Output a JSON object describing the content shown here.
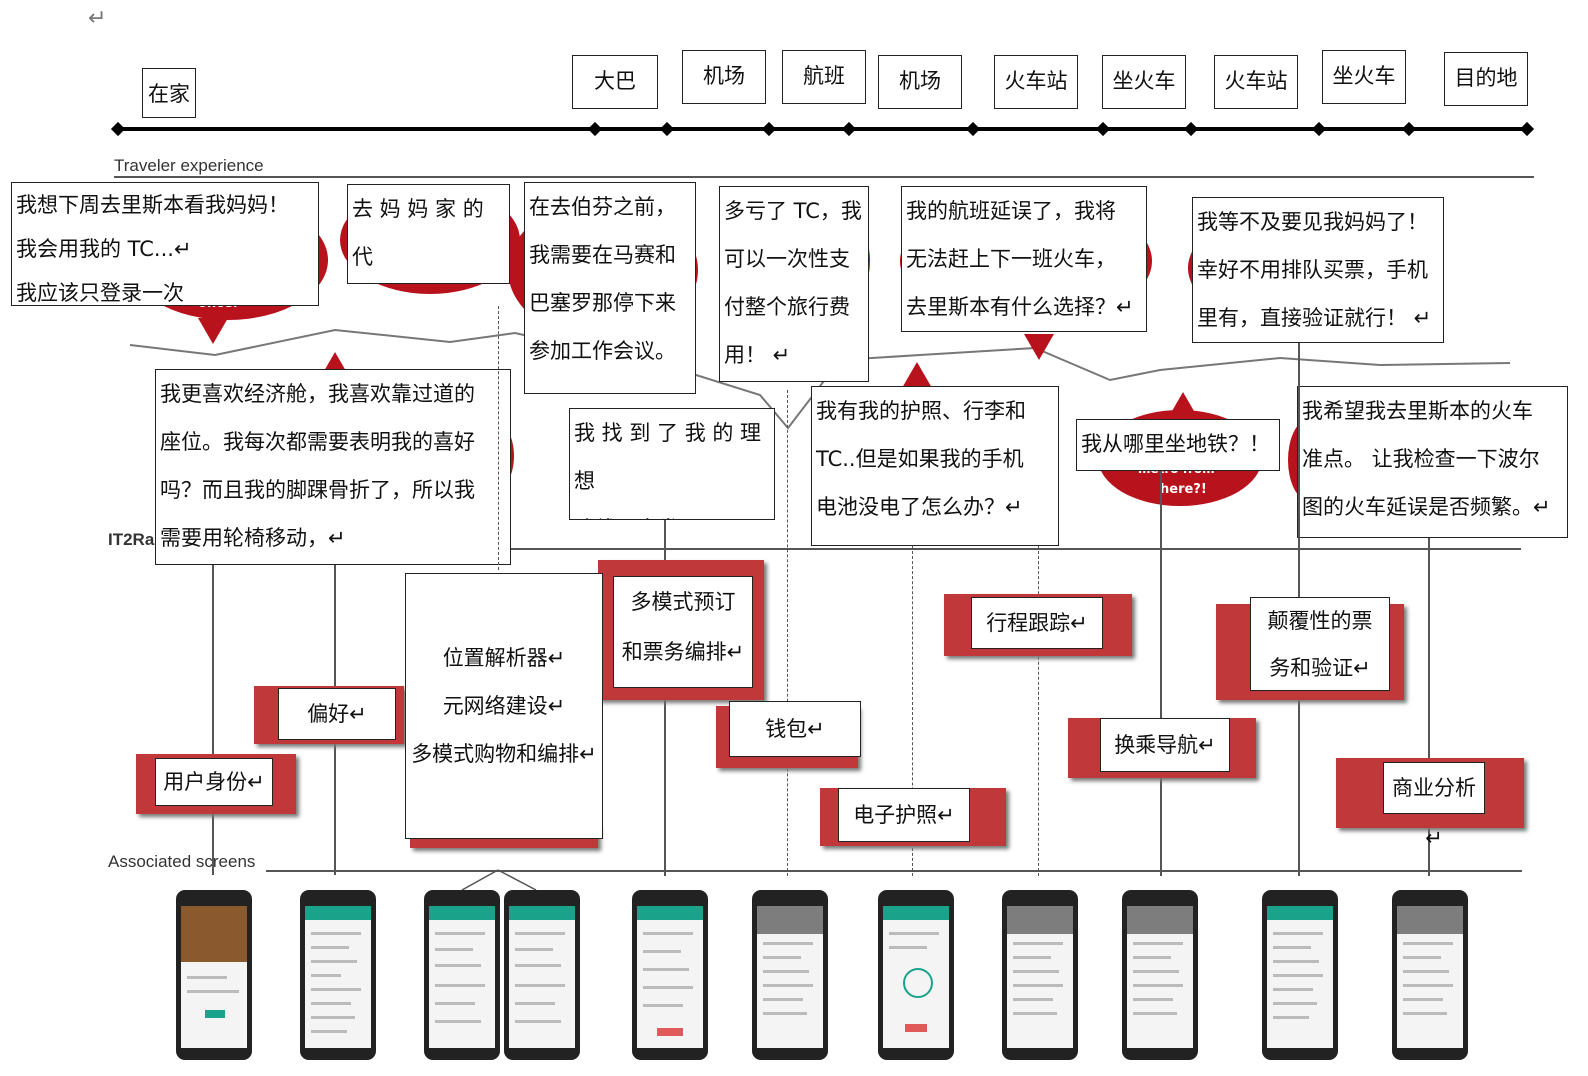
{
  "return_mark": "↵",
  "sections": {
    "traveler_experience": "Traveler experience",
    "it2rail": "IT2Ra",
    "associated_screens": "Associated screens"
  },
  "stages": [
    "在家",
    "大巴",
    "机场",
    "航班",
    "机场",
    "火车站",
    "坐火车",
    "火车站",
    "坐火车",
    "目的地"
  ],
  "experience": [
    "我想下周去里斯本看我妈妈！\n我会用我的 TC...↵\n我应该只登录一次",
    "去 妈 妈 家 的 代\n替路线是什么",
    "在去伯芬之前，\n我需要在马赛和\n巴塞罗那停下来\n参加工作会议。",
    "多亏了 TC，我\n可以一次性支\n付整个旅行费\n用！ ↵",
    "我的航班延误了，我将\n无法赶上下一班火车，\n去里斯本有什么选择？↵",
    "我等不及要见我妈妈了！\n幸好不用排队买票，手机\n里有，直接验证就行！ ↵",
    "我更喜欢经济舱，我喜欢靠过道的\n座位。我每次都需要表明我的喜好\n吗？而且我的脚踝骨折了，所以我\n需要用轮椅移动，↵",
    "我 找 到 了 我 的 理 想\n路线，出发吧！ ↵",
    "我有我的护照、行李和\nTC..但是如果我的手机\n电池没电了怎么办？↵",
    "我从哪里坐地铁？！",
    "我希望我去里斯本的火车\n准点。 让我检查一下波尔\n图的火车延误是否频繁。↵"
  ],
  "bubble_text": {
    "once": "once.",
    "metro": "metro from",
    "here": "here?!"
  },
  "features": [
    "多模式预订\n和票务编排↵",
    "行程跟踪↵",
    "颠覆性的票\n务和验证↵",
    "偏好↵",
    "位置解析器↵\n元网络建设↵\n多模式购物和编排↵",
    "钱包↵",
    "换乘导航↵",
    "用户身份↵",
    "电子护照↵",
    "商业分析↵"
  ],
  "colors": {
    "accent_red": "#b8121c",
    "feature_red": "#c0383a",
    "phone_bar": "#1aa38a"
  }
}
